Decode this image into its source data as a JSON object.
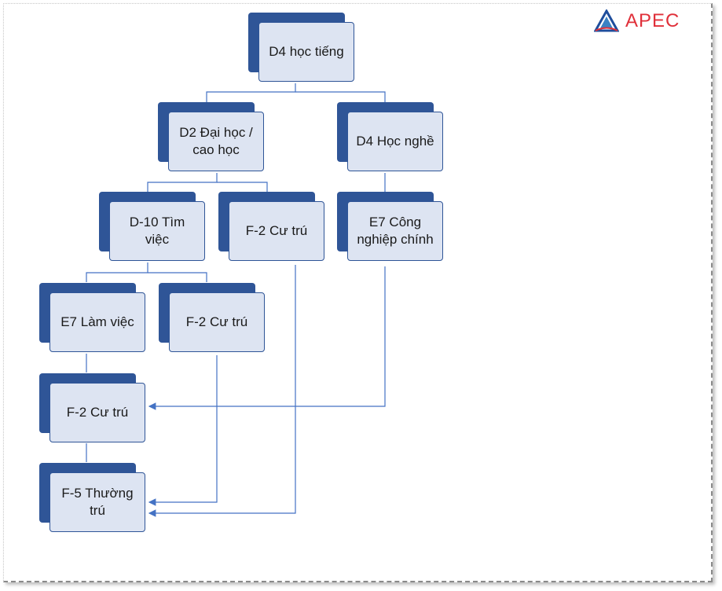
{
  "brand": {
    "logo_text": "APEC",
    "color_red": "#e0303a",
    "color_blue": "#1f4e9c"
  },
  "colors": {
    "node_back": "#2f5597",
    "node_face": "#dde4f2",
    "connector": "#4472c4"
  },
  "nodes": {
    "d4_hoc_tieng": "D4 học tiếng",
    "d2_dai_hoc": "D2 Đại học / cao học",
    "d4_hoc_nghe": "D4 Học nghề",
    "d10_tim_viec": "D-10 Tìm việc",
    "f2_cu_tru_a": "F-2 Cư trú",
    "e7_cong_nghiep": "E7 Công nghiệp chính",
    "e7_lam_viec": "E7 Làm việc",
    "f2_cu_tru_b": "F-2 Cư trú",
    "f2_cu_tru_c": "F-2 Cư trú",
    "f5_thuong_tru": "F-5 Thường trú"
  }
}
